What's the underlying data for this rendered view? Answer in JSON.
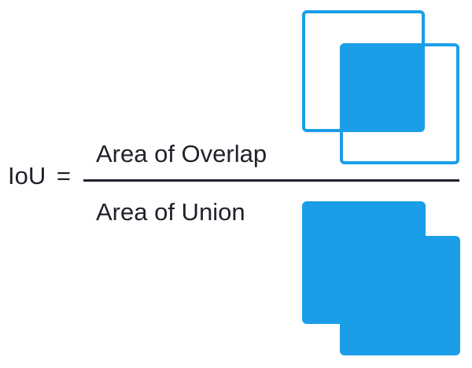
{
  "formula": {
    "lhs": "IoU =",
    "numerator": "Area of Overlap",
    "denominator": "Area of Union"
  },
  "colors": {
    "accent_blue": "#1B9EE8",
    "text_dark": "#21212C"
  },
  "icons": {
    "intersection_diagram": "two overlapping square outlines with intersection region filled solid",
    "union_diagram": "two overlapping squares filled solid forming the union region"
  }
}
